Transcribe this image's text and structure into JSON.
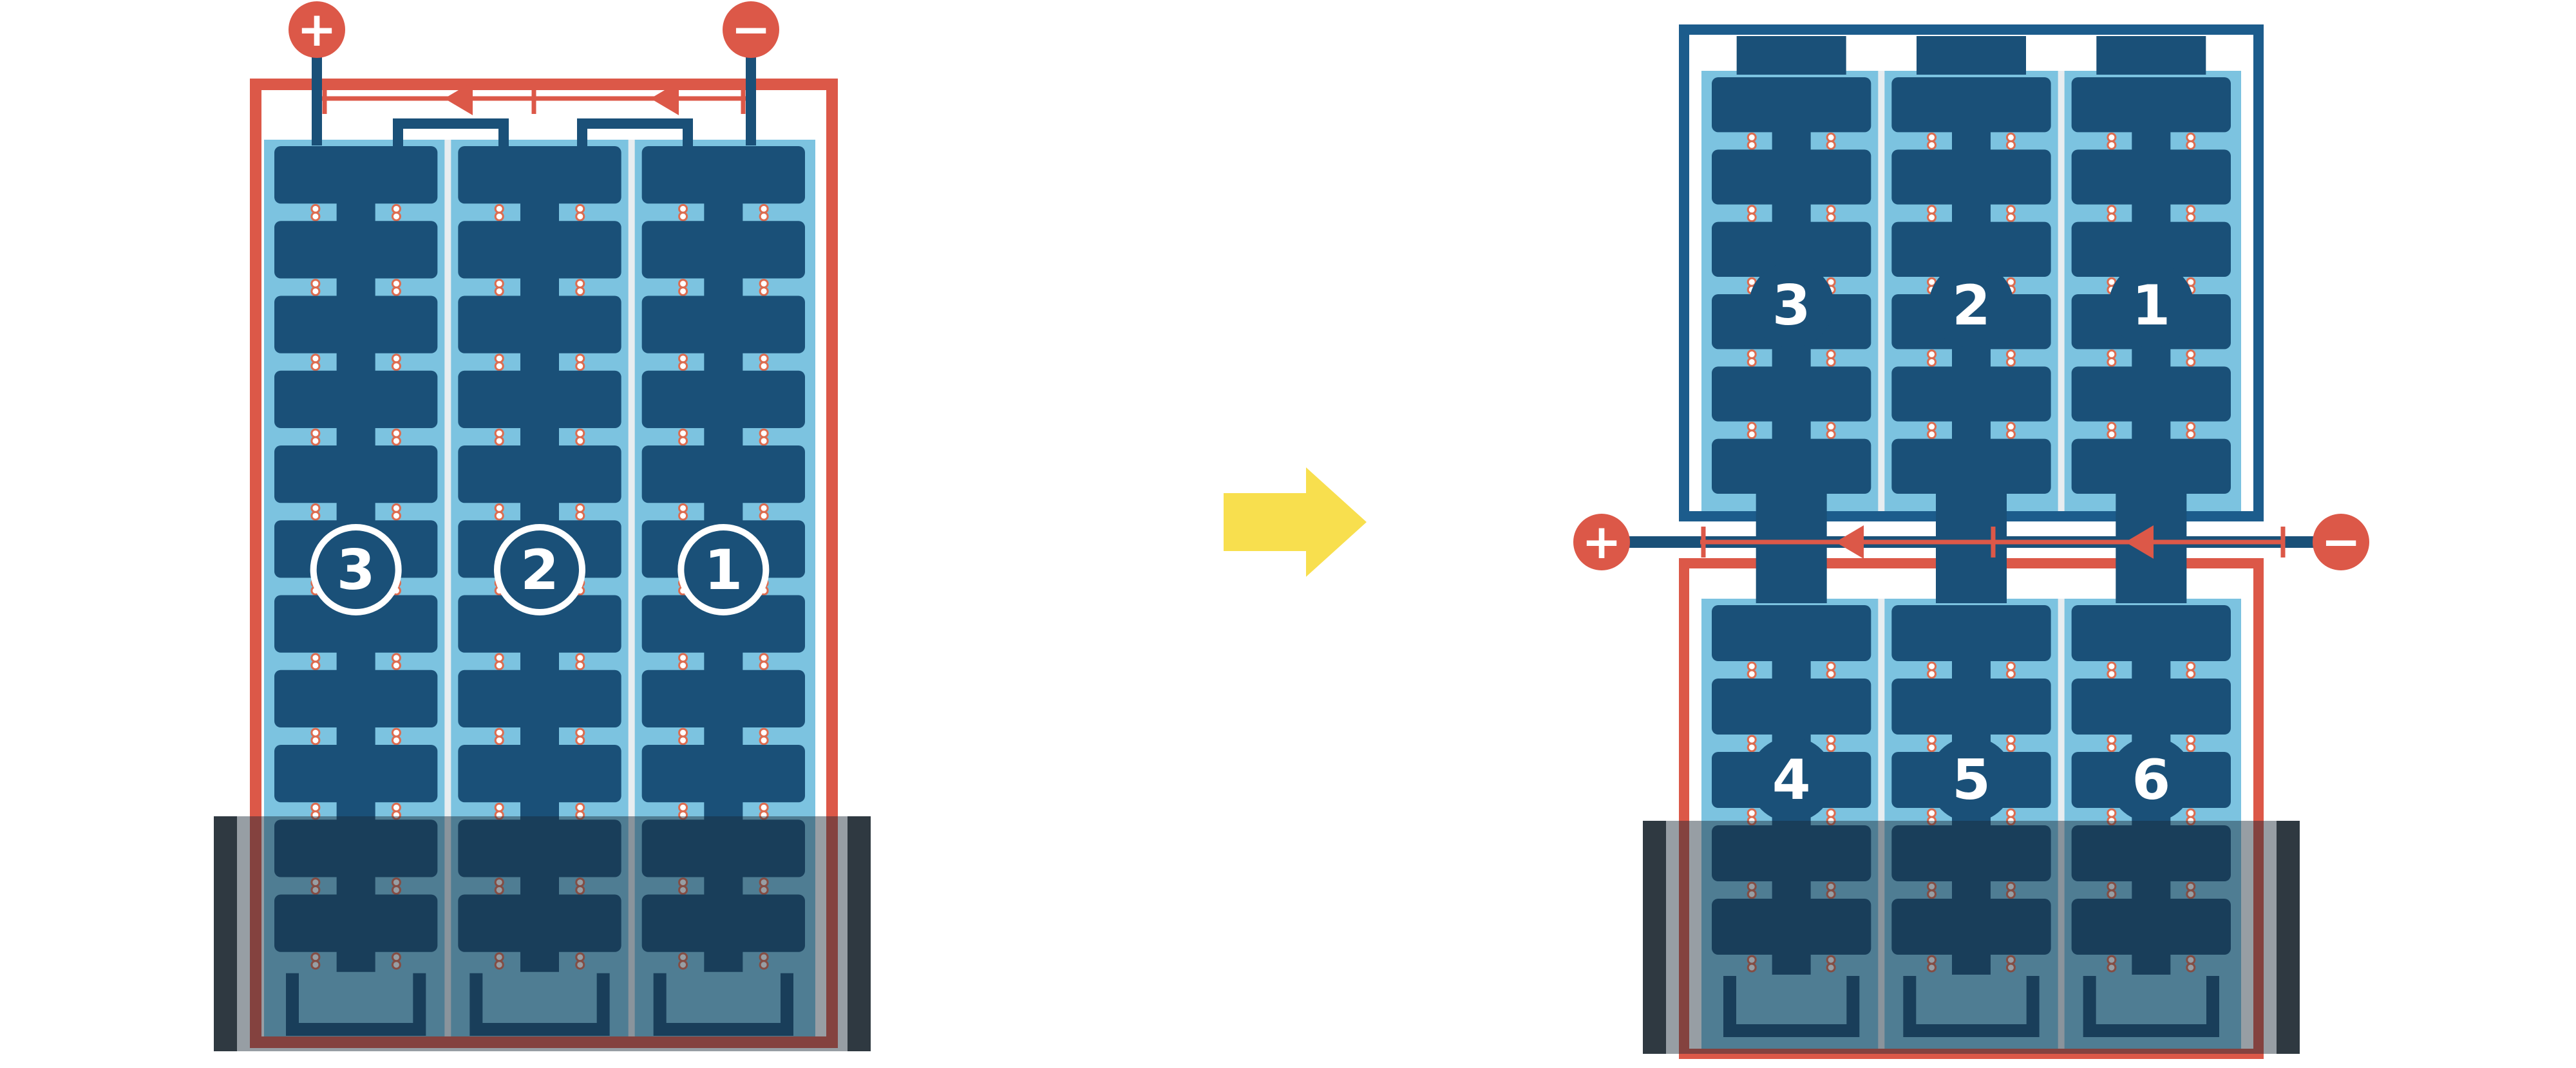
{
  "colors": {
    "red": "#dc5848",
    "navy": "#1a5078",
    "navy_border": "#1c5c8c",
    "light_blue": "#7cc3e0",
    "divider": "#e8edf0",
    "yellow": "#f8df4e",
    "post_gray": "#42474c",
    "shade": "rgba(24,40,53,0.45)",
    "dot_fill": "#ffffff",
    "dot_ring": "#dd6c50",
    "background": "#ffffff"
  },
  "left_assembly": {
    "terminal_plus": "+",
    "terminal_minus": "−",
    "cell_labels": [
      "3",
      "2",
      "1"
    ],
    "columns": 3,
    "cell_rows": 12
  },
  "transform_arrow": {
    "direction": "right"
  },
  "right_assembly": {
    "terminal_plus": "+",
    "terminal_minus": "−",
    "top_panel_labels": [
      "3",
      "2",
      "1"
    ],
    "bottom_panel_labels": [
      "4",
      "5",
      "6"
    ],
    "columns": 3,
    "cell_rows_per_panel": 6
  }
}
